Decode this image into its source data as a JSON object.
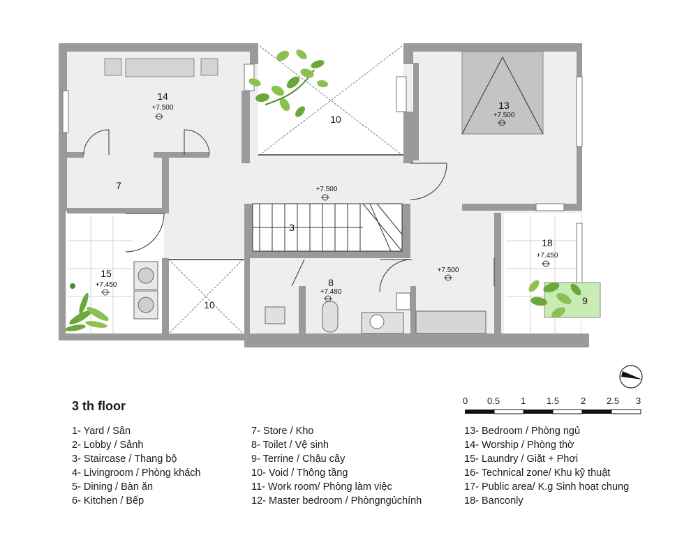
{
  "rooms": {
    "r14": {
      "num": "14",
      "level": "+7.500"
    },
    "r13": {
      "num": "13",
      "level": "+7.500"
    },
    "r10a": {
      "num": "10"
    },
    "r7": {
      "num": "7"
    },
    "lobby": {
      "level": "+7.500"
    },
    "r3": {
      "num": "3"
    },
    "r15": {
      "num": "15",
      "level": "+7.450"
    },
    "r10b": {
      "num": "10"
    },
    "r8": {
      "num": "8",
      "level": "+7.480"
    },
    "hall": {
      "level": "+7.500"
    },
    "r18": {
      "num": "18",
      "level": "+7.450"
    },
    "r9": {
      "num": "9"
    }
  },
  "floor_title": "3 th floor",
  "scale": {
    "ticks": [
      "0",
      "0.5",
      "1",
      "1.5",
      "2",
      "2.5",
      "3"
    ]
  },
  "legend": {
    "col1": [
      "1- Yard / Sân",
      "2- Lobby / Sảnh",
      "3- Staircase / Thang bộ",
      "4- Livingroom / Phòng khách",
      "5- Dining / Bàn ăn",
      "6- Kitchen / Bếp"
    ],
    "col2": [
      "7- Store / Kho",
      "8- Toilet / Vệ sinh",
      "9- Terrine / Chậu cây",
      "10- Void / Thông tầng",
      "11- Work room/ Phòng làm việc",
      "12- Master bedroom / Phòngngủchính"
    ],
    "col3": [
      "13- Bedroom / Phòng ngủ",
      "14- Worship / Phòng thờ",
      "15- Laundry / Giặt + Phơi",
      "16- Technical zone/ Khu kỹ thuật",
      "17- Public area/ K.g Sinh hoạt chung",
      "18- Banconly"
    ]
  },
  "colors": {
    "wall": "#9a9a9a",
    "floor": "#eeeeee",
    "tile": "#e2e2e2",
    "plant": "#8cc152",
    "plant_dark": "#4f8a2a",
    "terrine": "#c8ecb4"
  }
}
